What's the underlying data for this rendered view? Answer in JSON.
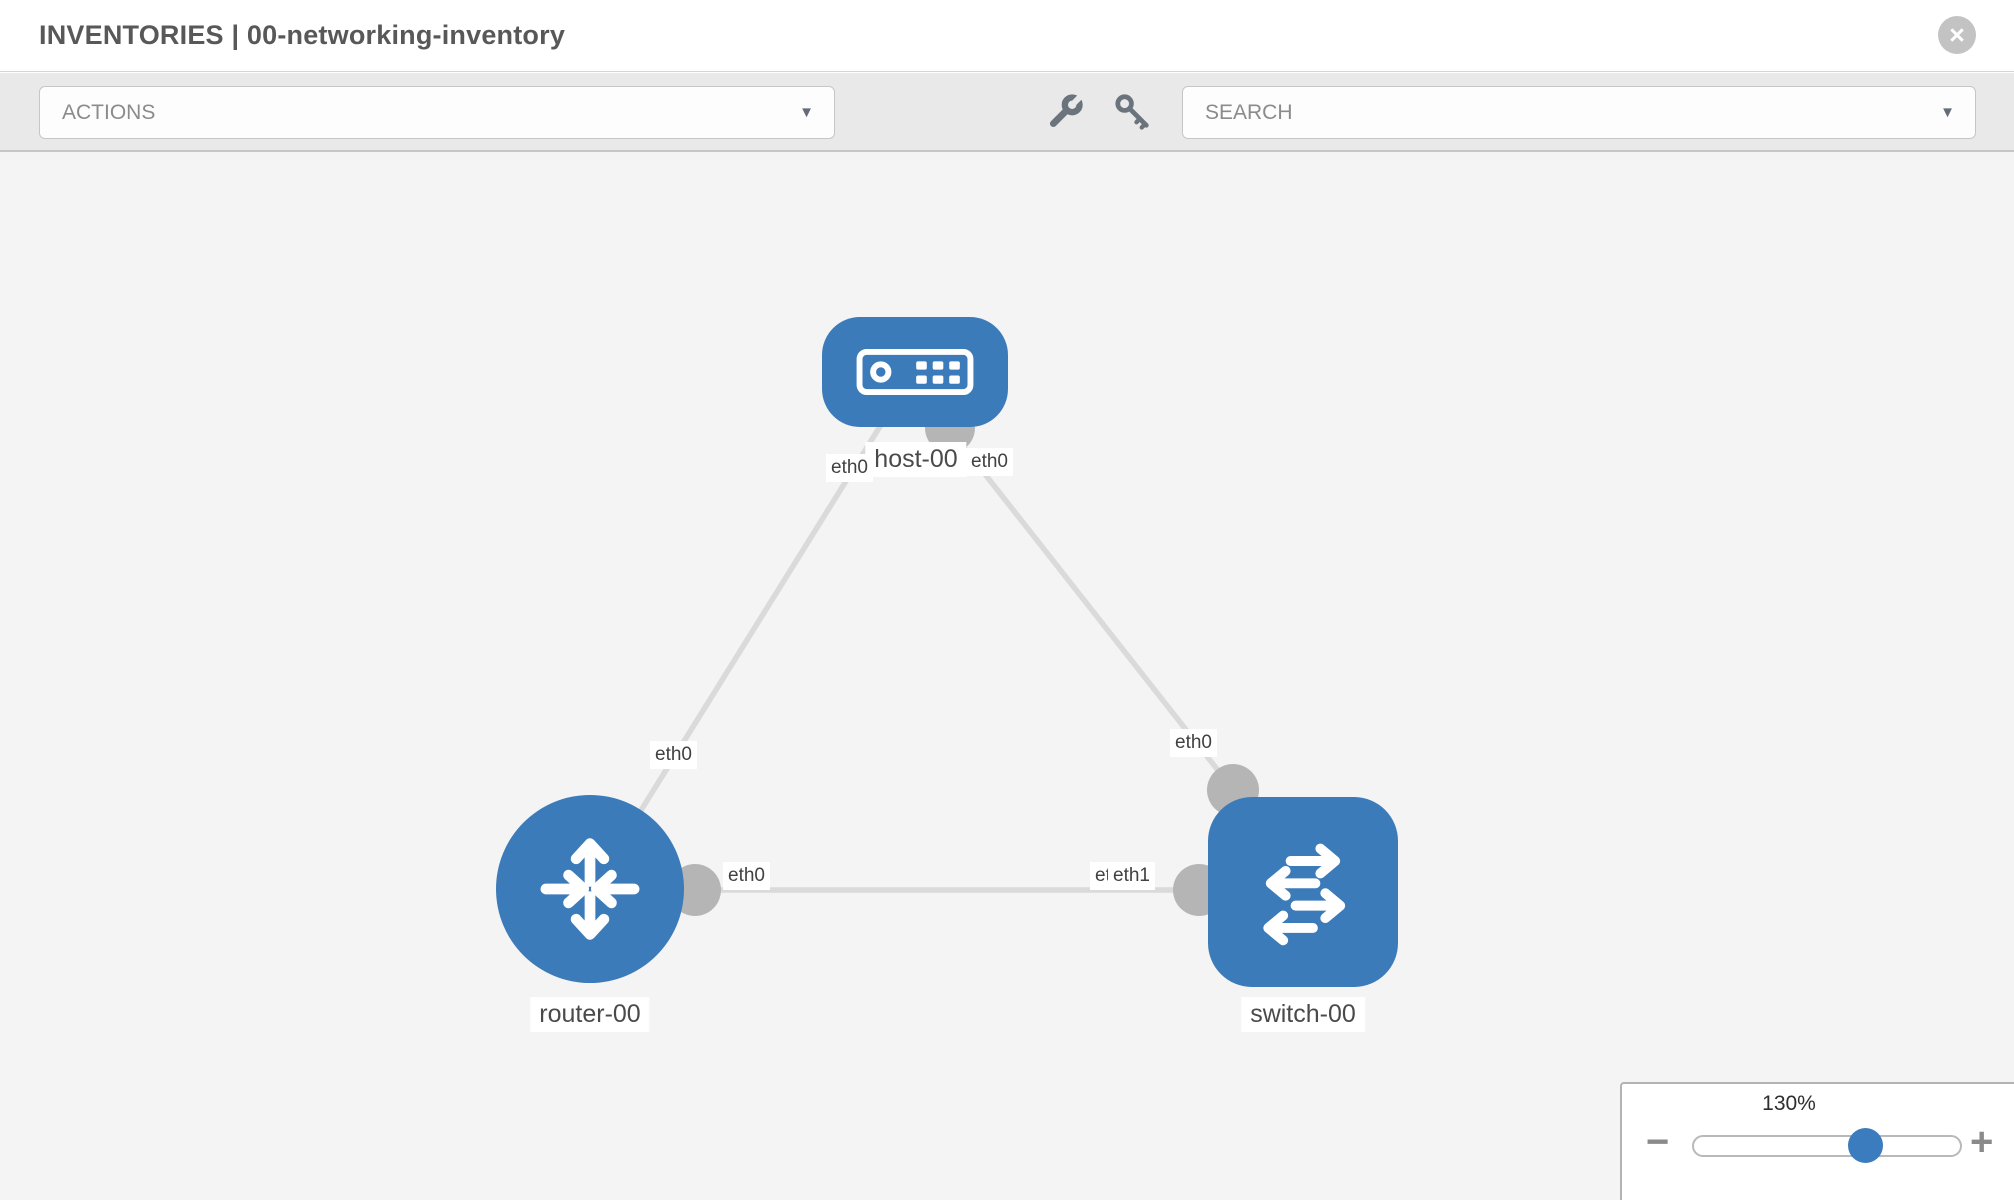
{
  "header": {
    "title": "INVENTORIES | 00-networking-inventory"
  },
  "toolbar": {
    "actions_label": "ACTIONS",
    "search_label": "SEARCH"
  },
  "icons": {
    "close": "×",
    "dropdown_arrow": "▼",
    "zoom_minus": "−",
    "zoom_plus": "+",
    "wrench": "wrench-icon",
    "key": "key-icon"
  },
  "colors": {
    "node_blue": "#3c7bb9",
    "link_gray": "#dadada",
    "connector_gray": "#b5b5b5",
    "toolbar_bg": "#e9e9e9",
    "canvas_bg": "#f4f4f4"
  },
  "topology": {
    "nodes": [
      {
        "id": "host-00",
        "type": "host",
        "label": "host-00"
      },
      {
        "id": "router-00",
        "type": "router",
        "label": "router-00"
      },
      {
        "id": "switch-00",
        "type": "switch",
        "label": "switch-00"
      }
    ],
    "links": [
      {
        "from": "router-00",
        "to": "host-00"
      },
      {
        "from": "host-00",
        "to": "switch-00"
      },
      {
        "from": "router-00",
        "to": "switch-00"
      }
    ],
    "iface_chips": [
      {
        "node": "host-00",
        "text": "eth0"
      },
      {
        "node": "host-00",
        "text": "eth0"
      },
      {
        "node": "router-00",
        "text": "eth0"
      },
      {
        "node": "switch-00",
        "text": "eth0"
      },
      {
        "node": "router-00",
        "text": "eth0"
      },
      {
        "node": "switch-00",
        "text": "eth0"
      },
      {
        "node": "switch-00",
        "text": "eth1"
      }
    ]
  },
  "zoom": {
    "level": "130%"
  }
}
